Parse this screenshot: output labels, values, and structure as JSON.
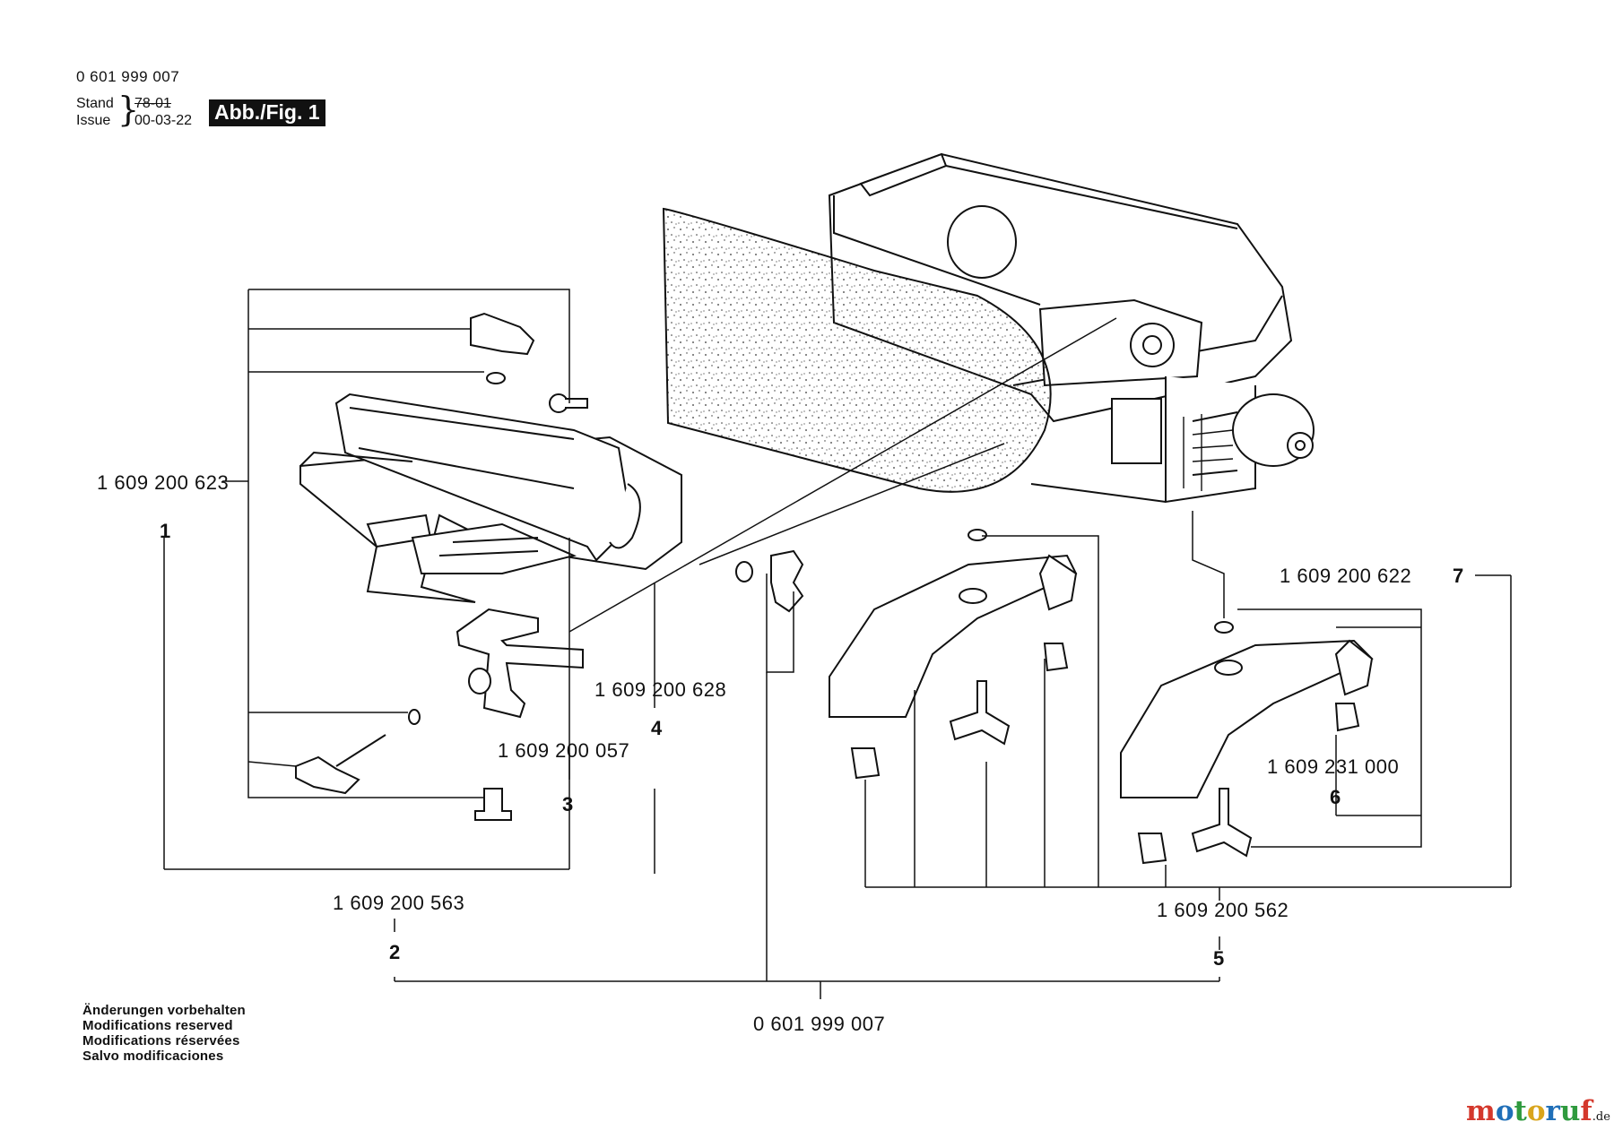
{
  "header": {
    "doc_number": "0 601 999 007",
    "stand_label": "Stand",
    "issue_label": "Issue",
    "stand_date": "78-01",
    "issue_date": "00-03-22",
    "figure_badge": "Abb./Fig. 1"
  },
  "parts": [
    {
      "number": "1 609 200 623",
      "index": "1"
    },
    {
      "number": "1 609 200 563",
      "index": "2"
    },
    {
      "number": "1 609 200 057",
      "index": "3"
    },
    {
      "number": "1 609 200 628",
      "index": "4"
    },
    {
      "number": "1 609 200 562",
      "index": "5"
    },
    {
      "number": "1 609 231 000",
      "index": "6"
    },
    {
      "number": "1 609 200 622",
      "index": "7"
    }
  ],
  "assembly_number": "0 601 999 007",
  "notes": [
    "Änderungen vorbehalten",
    "Modifications reserved",
    "Modifications réservées",
    "Salvo modificaciones"
  ],
  "brand": {
    "name": "motoruf",
    "suffix": ".de",
    "colors": {
      "m": "#d4382c",
      "o1": "#1f6fb8",
      "t": "#2f9a3e",
      "o2": "#d9a51c",
      "r": "#1f6fb8",
      "u": "#2f9a3e",
      "f": "#d4382c"
    }
  }
}
